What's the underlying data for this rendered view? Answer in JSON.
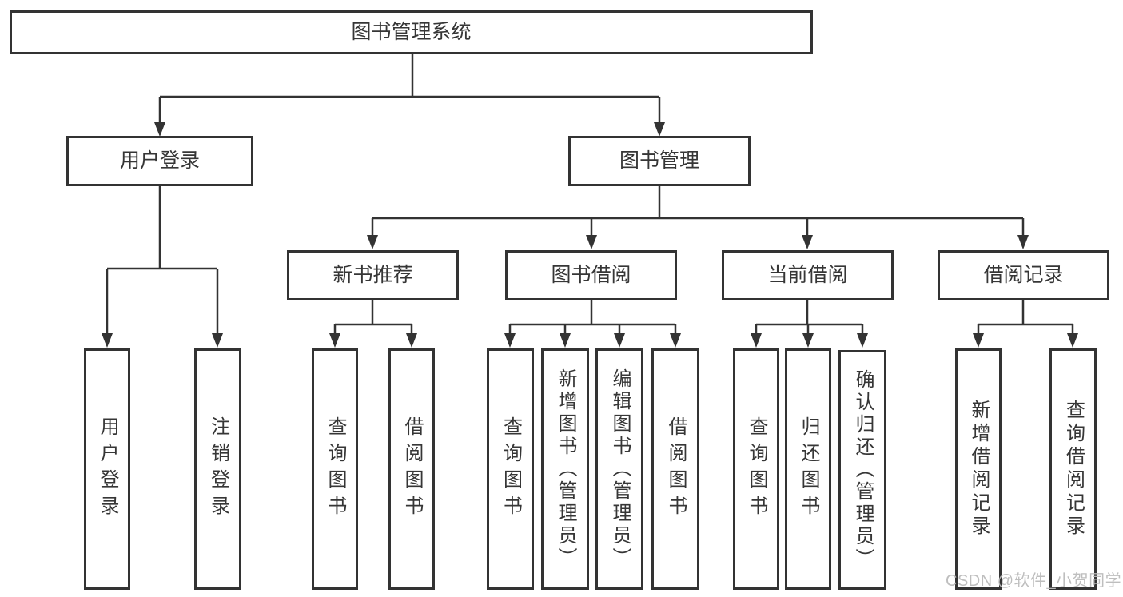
{
  "tree": {
    "root": {
      "label": "图书管理系统"
    },
    "branches": [
      {
        "label": "用户登录",
        "children": [
          {
            "label": "用户登录"
          },
          {
            "label": "注销登录"
          }
        ]
      },
      {
        "label": "图书管理",
        "children": [
          {
            "label": "新书推荐",
            "children": [
              {
                "label": "查询图书"
              },
              {
                "label": "借阅图书"
              }
            ]
          },
          {
            "label": "图书借阅",
            "children": [
              {
                "label": "查询图书"
              },
              {
                "label": "新增图书（管理员）"
              },
              {
                "label": "编辑图书（管理员）"
              },
              {
                "label": "借阅图书"
              }
            ]
          },
          {
            "label": "当前借阅",
            "children": [
              {
                "label": "查询图书"
              },
              {
                "label": "归还图书"
              },
              {
                "label": "确认归还（管理员）"
              }
            ]
          },
          {
            "label": "借阅记录",
            "children": [
              {
                "label": "新增借阅记录"
              },
              {
                "label": "查询借阅记录"
              }
            ]
          }
        ]
      }
    ]
  },
  "watermark": "CSDN @软件_小贺同学",
  "colors": {
    "line": "#333333",
    "text": "#363636",
    "background": "#ffffff",
    "watermark": "#bbbbbb"
  }
}
